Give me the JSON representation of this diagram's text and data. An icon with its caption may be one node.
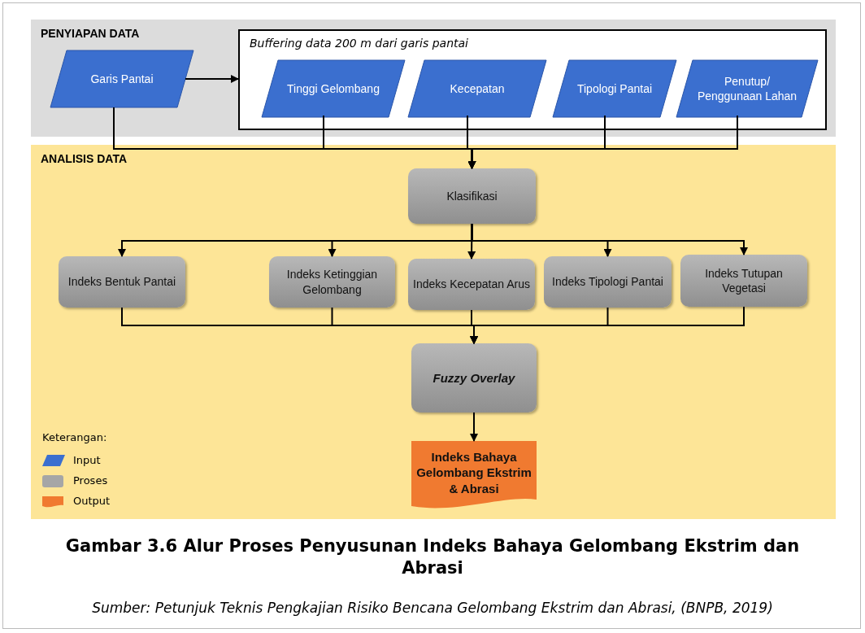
{
  "diagram": {
    "caption": "Gambar 3.6 Alur Proses Penyusunan Indeks Bahaya Gelombang Ekstrim dan Abrasi",
    "nodes": [
      {
        "text": [
          "PENYIAPAN DATA"
        ]
      },
      {
        "text": [
          "Garis Pantai"
        ],
        "in": 0
      },
      {
        "text": [
          "Buffering data 200 m dari garis pantai"
        ],
        "in": 0
      },
      {
        "text": [
          "Tinggi Gelombang"
        ],
        "in": 2
      },
      {
        "text": [
          "Kecepatan"
        ],
        "in": 2
      },
      {
        "text": [
          "Tipologi Pantai"
        ],
        "in": 2
      },
      {
        "text": [
          "Penutup/ Penggunaan Lahan"
        ],
        "in": 2
      },
      {
        "text": [
          "ANALISIS DATA"
        ]
      },
      {
        "text": [
          "Klasifikasi"
        ],
        "in": 7
      },
      {
        "text": [
          "Indeks Bentuk Pantai"
        ],
        "in": 7
      },
      {
        "text": [
          "Indeks Ketinggian Gelombang"
        ],
        "in": 7
      },
      {
        "text": [
          "Indeks Kecepatan Arus"
        ],
        "in": 7
      },
      {
        "text": [
          "Indeks Tipologi Pantai"
        ],
        "in": 7
      },
      {
        "text": [
          "Indeks Tutupan Vegetasi"
        ],
        "in": 7
      },
      {
        "text": [
          "Fuzzy Overlay"
        ],
        "in": 7
      },
      {
        "text": [
          "Indeks Bahaya Gelombang Ekstrim & Abrasi"
        ],
        "in": 7
      }
    ],
    "edges": [
      {
        "from": 1,
        "to": 2,
        "arrow": "to"
      },
      {
        "from": 1,
        "to": 8,
        "arrow": "to"
      },
      {
        "from": 3,
        "to": 8,
        "arrow": "to"
      },
      {
        "from": 4,
        "to": 8,
        "arrow": "to"
      },
      {
        "from": 5,
        "to": 8,
        "arrow": "to"
      },
      {
        "from": 6,
        "to": 8,
        "arrow": "to"
      },
      {
        "from": 8,
        "to": 9,
        "arrow": "to"
      },
      {
        "from": 8,
        "to": 10,
        "arrow": "to"
      },
      {
        "from": 8,
        "to": 11,
        "arrow": "to"
      },
      {
        "from": 8,
        "to": 12,
        "arrow": "to"
      },
      {
        "from": 8,
        "to": 13,
        "arrow": "to"
      },
      {
        "from": 9,
        "to": 14,
        "arrow": "to"
      },
      {
        "from": 10,
        "to": 14,
        "arrow": "to"
      },
      {
        "from": 11,
        "to": 14,
        "arrow": "to"
      },
      {
        "from": 12,
        "to": 14,
        "arrow": "to"
      },
      {
        "from": 13,
        "to": 14,
        "arrow": "to"
      },
      {
        "from": 14,
        "to": 15,
        "arrow": "to"
      }
    ],
    "labels": [
      "Keterangan:",
      "Sumber: Petunjuk Teknis Pengkajian Risiko Bencana Gelombang Ekstrim dan Abrasi, (BNPB, 2019)"
    ],
    "legend": [
      {
        "text": "Input",
        "color": "#3b6fcf"
      },
      {
        "text": "Proses",
        "color": "#a6a6a6"
      },
      {
        "text": "Output",
        "color": "#f07a30"
      }
    ]
  }
}
